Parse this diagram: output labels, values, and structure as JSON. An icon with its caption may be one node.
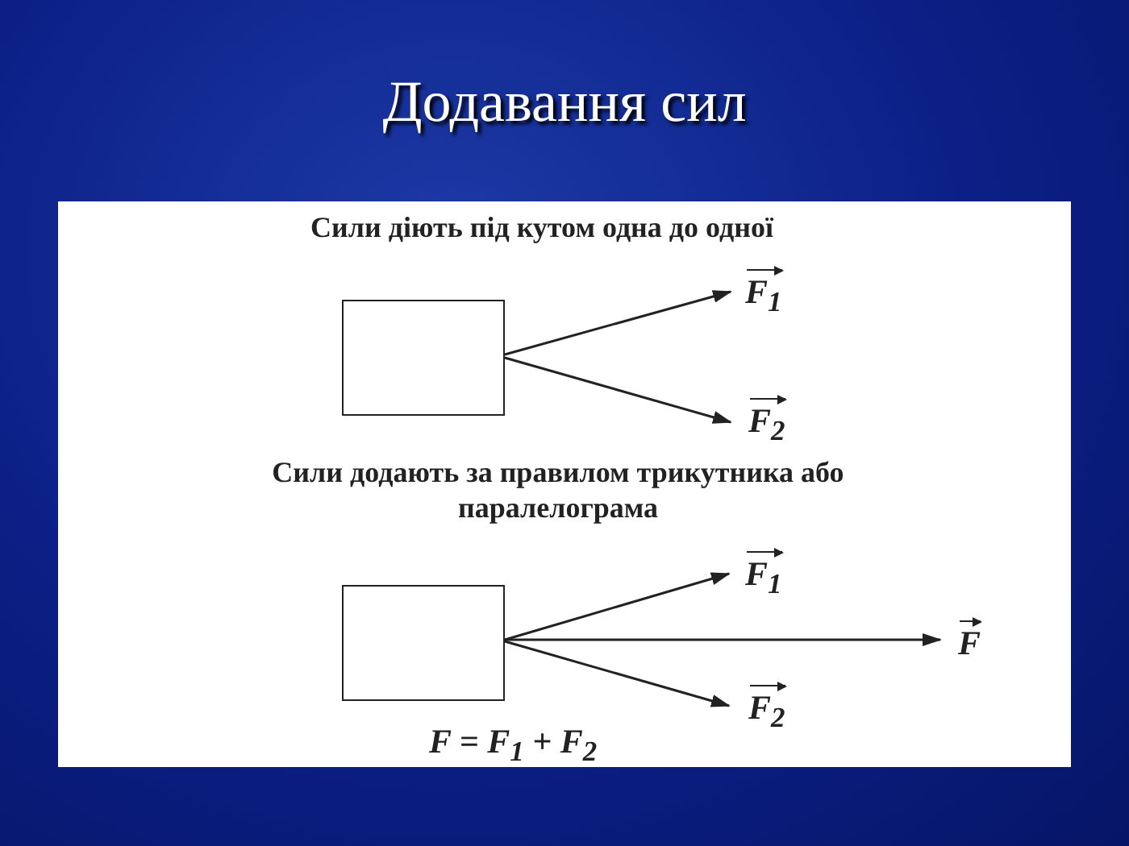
{
  "diagram": {
    "title": "Додавання сил",
    "nodes": [
      {
        "text": [],
        "shape": "box"
      },
      {
        "text": [],
        "shape": "box"
      }
    ],
    "labels": [
      "Сили діють під кутом одна до одної",
      "F$_{1}$",
      "F$_{2}$",
      "Сили додають за правилом трикутника або паралелограма",
      "F$_{1}$",
      "F",
      "F$_{2}$",
      "F = F$_{1}$ + F$_{2}$"
    ]
  }
}
